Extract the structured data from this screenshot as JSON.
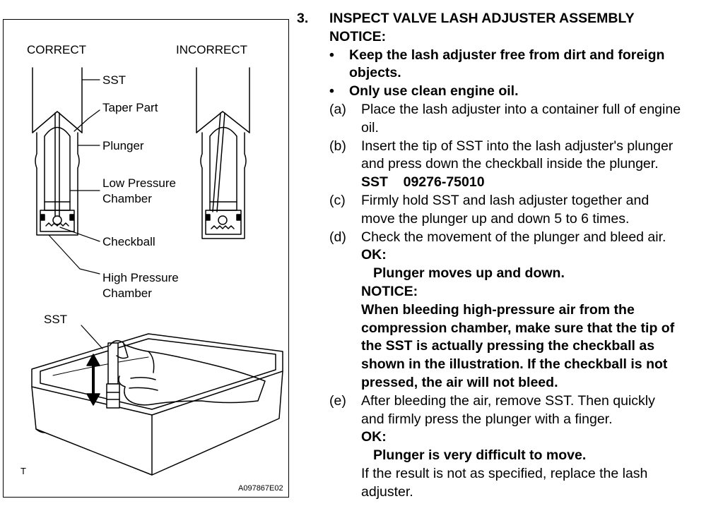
{
  "figure": {
    "label_correct": "CORRECT",
    "label_incorrect": "INCORRECT",
    "label_sst_top": "SST",
    "label_taper": "Taper Part",
    "label_plunger": "Plunger",
    "label_low_1": "Low Pressure",
    "label_low_2": "Chamber",
    "label_checkball": "Checkball",
    "label_high_1": "High Pressure",
    "label_high_2": "Chamber",
    "label_sst_bottom": "SST",
    "corner_mark": "T",
    "figure_code": "A097867E02"
  },
  "section": {
    "number": "3.",
    "title": "INSPECT VALVE LASH ADJUSTER ASSEMBLY",
    "notice_heading": "NOTICE:",
    "bullets": [
      {
        "marker": "•",
        "line1": "Keep the lash adjuster free from dirt and foreign",
        "line2": "objects."
      },
      {
        "marker": "•",
        "line1": "Only use clean engine oil."
      }
    ],
    "steps": {
      "a": {
        "marker": "(a)",
        "line1": "Place the lash adjuster into a container full of engine",
        "line2": "oil."
      },
      "b": {
        "marker": "(b)",
        "line1": "Insert the tip of SST into the lash adjuster's plunger",
        "line2": "and press down the checkball inside the plunger.",
        "sst": "SST    09276-75010"
      },
      "c": {
        "marker": "(c)",
        "line1": "Firmly hold SST and lash adjuster together and",
        "line2": "move the plunger up and down 5 to 6 times."
      },
      "d": {
        "marker": "(d)",
        "line1": "Check the movement of the plunger and bleed air.",
        "ok": "OK:",
        "ok_text": "Plunger moves up and down.",
        "notice": "NOTICE:",
        "notice_lines": [
          "When bleeding high-pressure air from the",
          "compression chamber, make sure that the tip of",
          "the SST is actually pressing the checkball as",
          "shown in the illustration. If the checkball is not",
          "pressed, the air will not bleed."
        ]
      },
      "e": {
        "marker": "(e)",
        "line1": "After bleeding the air, remove SST. Then quickly",
        "line2": "and firmly press the plunger with a finger.",
        "ok": "OK:",
        "ok_text": "Plunger is very difficult to move.",
        "result1": "If the result is not as specified, replace the lash",
        "result2": "adjuster."
      }
    }
  }
}
